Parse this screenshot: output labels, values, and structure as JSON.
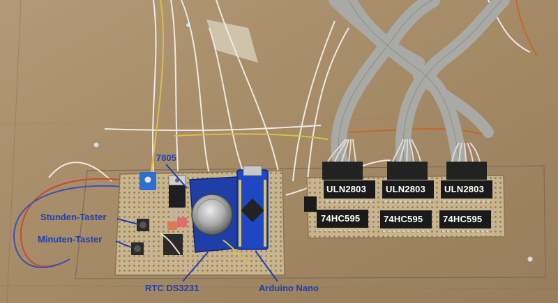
{
  "labels": {
    "regulator": "7805",
    "hour_button": "Stunden-Taster",
    "minute_button": "Minuten-Taster",
    "rtc": "RTC DS3231",
    "arduino": "Arduino Nano"
  },
  "chips": {
    "driver_1": "ULN2803",
    "driver_2": "ULN2803",
    "driver_3": "ULN2803",
    "shift_1": "74HC595",
    "shift_2": "74HC595",
    "shift_3": "74HC595"
  },
  "colors": {
    "board": "#b89b7a",
    "label": "#1e3fb0",
    "arduino_pcb": "#1f47c4",
    "rtc_pcb": "#1f3ea8",
    "perfboard": "#c8b48e",
    "ribbon": "#a9aaa6"
  }
}
